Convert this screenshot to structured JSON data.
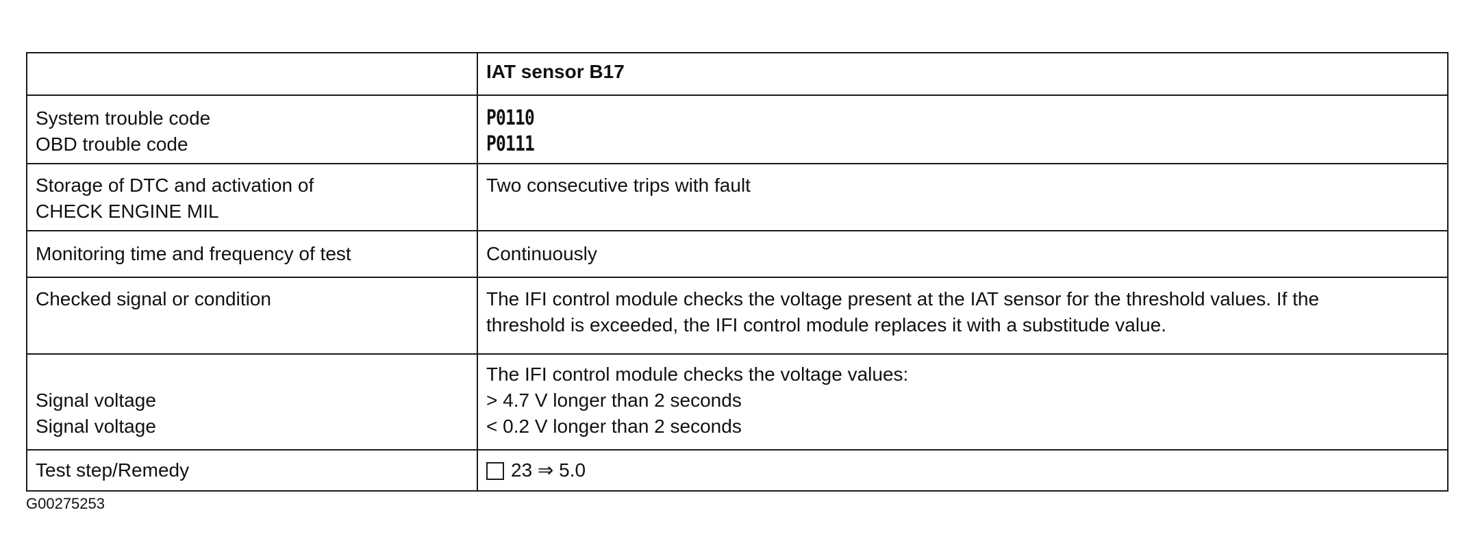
{
  "header": {
    "title": "IAT sensor B17"
  },
  "rows": {
    "codes": {
      "labels": [
        "System trouble code",
        "OBD trouble code"
      ],
      "values": [
        "P0110",
        "P0111"
      ]
    },
    "storage": {
      "labels": [
        "Storage of DTC and activation of",
        "CHECK ENGINE MIL"
      ],
      "value": "Two consecutive trips with fault"
    },
    "monitoring": {
      "label": "Monitoring time and frequency of test",
      "value": "Continuously"
    },
    "checked": {
      "label": "Checked signal or condition",
      "value_lines": [
        "The IFI control module checks the voltage present at the IAT sensor for the threshold values. If the",
        "threshold is exceeded, the IFI control module replaces it with a substitude value."
      ]
    },
    "voltage": {
      "labels": [
        "Signal voltage",
        "Signal voltage"
      ],
      "value_lines": [
        "The IFI control module checks the voltage values:",
        "> 4.7 V longer than 2 seconds",
        "< 0.2 V longer than 2 seconds"
      ]
    },
    "test": {
      "label": "Test step/Remedy",
      "value": "23 ⇒ 5.0"
    }
  },
  "figure_id": "G00275253"
}
